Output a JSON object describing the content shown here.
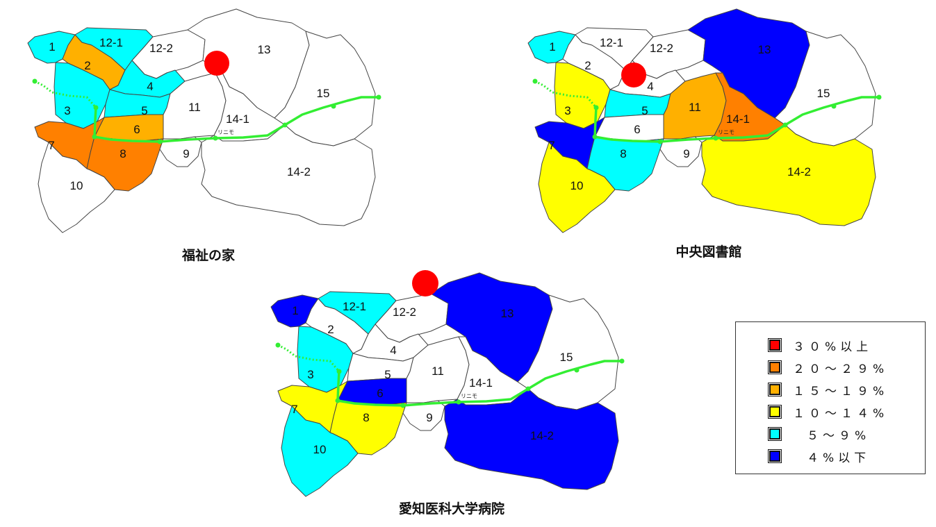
{
  "colors": {
    "c30": "#ff0000",
    "c20": "#ff8000",
    "c15": "#ffb000",
    "c10": "#ffff00",
    "c5": "#00ffff",
    "c4": "#0000ff",
    "none": "#ffffff",
    "line": "#33ee33"
  },
  "railway_label": "リニモ",
  "legend": [
    {
      "label": "３０%以上",
      "color": "#ff0000"
    },
    {
      "label": "２０～２９%",
      "color": "#ff8000"
    },
    {
      "label": "１５～１９%",
      "color": "#ffb000"
    },
    {
      "label": "１０～１４%",
      "color": "#ffff00"
    },
    {
      "label": "５～９%",
      "color": "#00ffff"
    },
    {
      "label": "４%以下",
      "color": "#0000ff"
    }
  ],
  "maps": [
    {
      "caption": "福祉の家",
      "fills": {
        "1": "c5",
        "2": "c15",
        "3": "c5",
        "4": "c5",
        "5": "c5",
        "6": "c15",
        "7": "c20",
        "8": "c20",
        "9": "none",
        "10": "none",
        "11": "none",
        "12-1": "c5",
        "12-2": "none",
        "13": "none",
        "14-1": "none",
        "14-2": "none",
        "15": "none"
      }
    },
    {
      "caption": "中央図書館",
      "fills": {
        "1": "c5",
        "2": "none",
        "3": "c10",
        "4": "none",
        "5": "c5",
        "6": "none",
        "7": "c4",
        "8": "c5",
        "9": "none",
        "10": "c10",
        "11": "c15",
        "12-1": "none",
        "12-2": "none",
        "13": "c4",
        "14-1": "c20",
        "14-2": "c10",
        "15": "none"
      }
    },
    {
      "caption": "愛知医科大学病院",
      "fills": {
        "1": "c4",
        "2": "none",
        "3": "c5",
        "4": "none",
        "5": "none",
        "6": "c4",
        "7": "c10",
        "8": "c10",
        "9": "none",
        "10": "c5",
        "11": "none",
        "12-1": "c5",
        "12-2": "none",
        "13": "c4",
        "14-1": "none",
        "14-2": "c4",
        "15": "none"
      }
    }
  ]
}
